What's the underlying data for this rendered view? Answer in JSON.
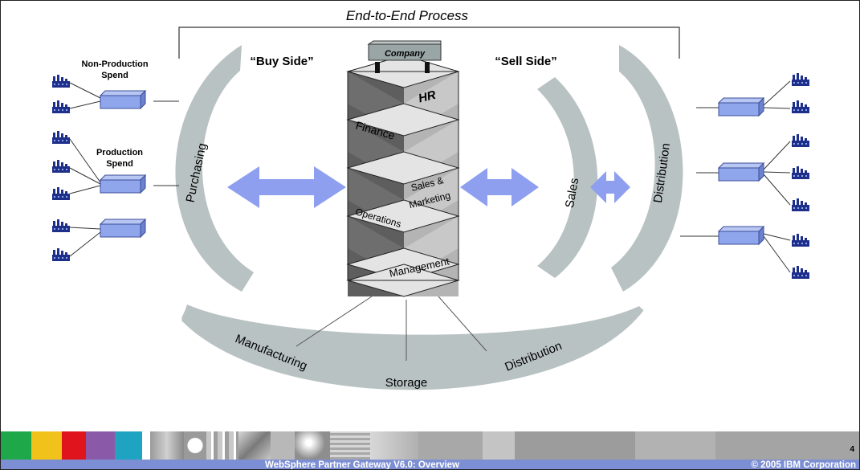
{
  "title": "End-to-End Process",
  "buy_side": "“Buy Side”",
  "sell_side": "“Sell Side”",
  "company": "Company",
  "tower_labels": {
    "hr": "HR",
    "finance": "Finance",
    "sales_marketing_1": "Sales &",
    "sales_marketing_2": "Marketing",
    "operations": "Operations",
    "management": "Management"
  },
  "left_arc_label": "Purchasing",
  "sales_arc_label": "Sales",
  "right_arc_label": "Distribution",
  "bottom_arc": {
    "manufacturing": "Manufacturing",
    "storage": "Storage",
    "distribution": "Distribution"
  },
  "left_groups": {
    "non_production_1": "Non-Production",
    "non_production_2": "Spend",
    "production_1": "Production",
    "production_2": "Spend"
  },
  "colors": {
    "arc": "#b9c2c2",
    "arrow": "#8e9ff0",
    "box": "#8fa6ec",
    "tower_light": "#e4e4e4",
    "tower_mid": "#b4b4b4",
    "tower_dark": "#5e5e5e",
    "footer_bar": "#7d8fd4"
  },
  "footer": {
    "title": "WebSphere Partner Gateway V6.0: Overview",
    "copyright": "© 2005 IBM Corporation",
    "page": "4"
  }
}
